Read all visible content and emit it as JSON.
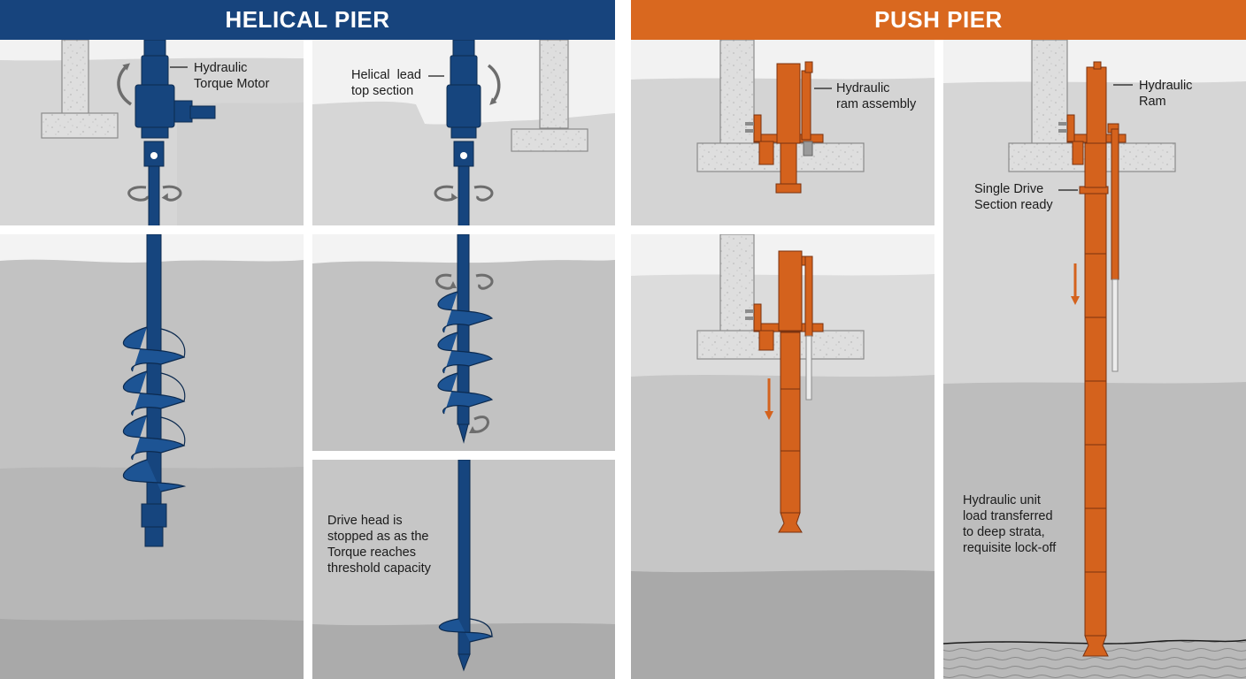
{
  "headers": {
    "helical": "HELICAL PIER",
    "push": "PUSH PIER"
  },
  "colors": {
    "helical_blue": "#16457e",
    "push_orange": "#d4621d",
    "header_helical": "#17447d",
    "header_push": "#d9681f",
    "concrete": "#dcdcdc",
    "soil_light": "#d6d6d6",
    "soil_mid": "#bdbdbd",
    "soil_dark": "#a7a7a7"
  },
  "labels": {
    "torque_motor": [
      "Hydraulic",
      "Torque Motor"
    ],
    "helical_lead": [
      "Helical  lead",
      "top section"
    ],
    "drive_head": [
      "Drive head is",
      "stopped as as the",
      "Torque reaches",
      "threshold capacity"
    ],
    "ram_assembly": [
      "Hydraulic",
      "ram assembly"
    ],
    "hydraulic_ram": [
      "Hydraulic",
      "Ram"
    ],
    "single_drive": [
      "Single Drive",
      "Section ready"
    ],
    "load_transfer": [
      "Hydraulic unit",
      "load transferred",
      "to deep strata,",
      "requisite lock-off"
    ]
  },
  "icons": {
    "rotation": "curved-rotation-arrow-icon",
    "down": "down-arrow-icon"
  }
}
